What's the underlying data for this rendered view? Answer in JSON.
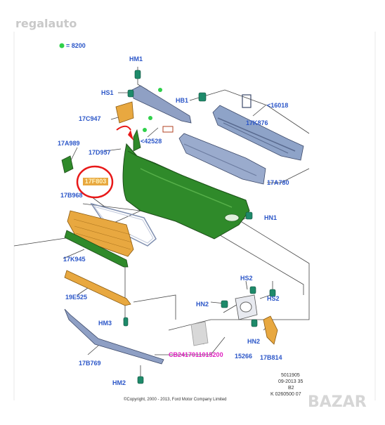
{
  "watermark_top": "regalauto",
  "watermark_bottom": "BAZAR",
  "legend": {
    "label": "= 8200",
    "dot_color": "#2fd04a"
  },
  "parts": {
    "HM1": "HM1",
    "HS1": "HS1",
    "HB1": "HB1",
    "p16018": "<16018",
    "p17C947": "17C947",
    "p42528": "<42528",
    "p17K876": "17K876",
    "p17A989": "17A989",
    "p17D957": "17D957",
    "p17F803": "17F803",
    "p17A780": "17A780",
    "p17B968": "17B968",
    "HN1": "HN1",
    "p17K945": "17K945",
    "HS2a": "HS2",
    "HS2b": "HS2",
    "p19E525": "19E525",
    "HN2a": "HN2",
    "HN2b": "HN2",
    "HM3": "HM3",
    "p17B769": "17B769",
    "p15266": "15266",
    "p17B814": "17B814",
    "cb": "CB2417011015200",
    "HM2": "HM2"
  },
  "footer": {
    "ref1": "5011905",
    "ref2": "09-2013 35",
    "ref3": "B2",
    "ref4": "K 0260500 07",
    "copyright": "©Copyright, 2000 - 2013, Ford Motor Company Limited"
  },
  "colors": {
    "label_blue": "#2b56c8",
    "bumper_green": "#2f8a2a",
    "orange_part": "#e8a840",
    "steel_blue": "#8a9cc0",
    "highlight_red": "#e81818",
    "callout_magenta": "#e020c0"
  }
}
